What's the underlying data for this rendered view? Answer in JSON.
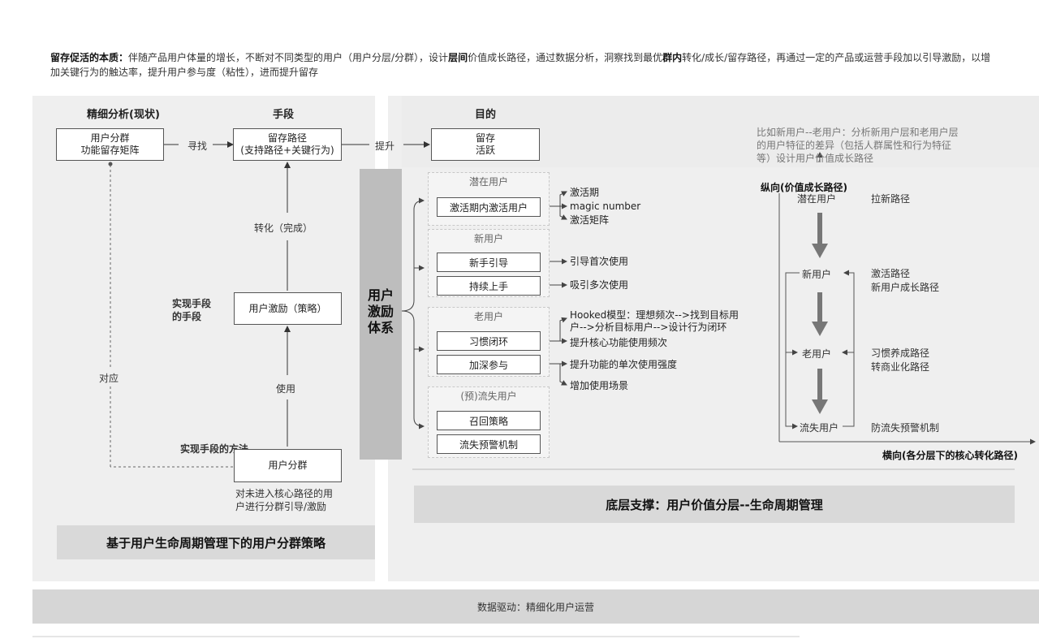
{
  "intro": {
    "b1": "留存促活的本质：",
    "t1": "伴随产品用户体量的增长，不断对不同类型的用户（用户分层/分群），设计",
    "b2": "层间",
    "t2": "价值成长路径，通过数据分析，洞察找到最优",
    "b3": "群内",
    "t3": "转化/成长/留存路径，再通过一定的产品或运营手段加以引导激励，以增加关键行为的触达率，提升用户参与度（粘性），进而提升留存"
  },
  "left": {
    "col1_header": "精细分析(现状)",
    "col2_header": "手段",
    "col3_header": "目的",
    "box_segment": "用户分群\n功能留存矩阵",
    "box_path": "留存路径\n(支持路径+关键行为)",
    "box_goal": "留存\n活跃",
    "arrow_find": "寻找",
    "arrow_improve": "提升",
    "arrow_convert": "转化（完成）",
    "label_means_of_means": "实现手段\n的手段",
    "box_incentive": "用户激励（策略）",
    "arrow_use": "使用",
    "label_method": "实现手段的方法",
    "box_group": "用户分群",
    "note_group": "对未进入核心路径的用\n户进行分群引导/激励",
    "label_correspond": "对应",
    "banner": "基于用户生命周期管理下的用户分群策略"
  },
  "middle": {
    "system": "用户\n激励\n体系",
    "groups": [
      {
        "title": "潜在用户",
        "items": [
          "激活期内激活用户"
        ]
      },
      {
        "title": "新用户",
        "items": [
          "新手引导",
          "持续上手"
        ]
      },
      {
        "title": "老用户",
        "items": [
          "习惯闭环",
          "加深参与"
        ]
      },
      {
        "title": "(预)流失用户",
        "items": [
          "召回策略",
          "流失预警机制"
        ]
      }
    ],
    "outputs": {
      "activation": [
        "激活期",
        "magic number",
        "激活矩阵"
      ],
      "guide": "引导首次使用",
      "attract": "吸引多次使用",
      "hooked": "Hooked模型：理想频次-->找到目标用\n户-->分析目标用户-->设计行为闭环",
      "core_freq": "提升核心功能使用频次",
      "single_strength": "提升功能的单次使用强度",
      "scenes": "增加使用场景"
    },
    "banner": "底层支撑：用户价值分层--生命周期管理"
  },
  "right": {
    "note": "比如新用户--老用户：分析新用户层和老用户层\n的用户特征的差异（包括人群属性和行为特征\n等）设计用户价值成长路径",
    "vertical": "纵向(价值成长路径)",
    "horizontal": "横向(各分层下的核心转化路径)",
    "stages": [
      "潜在用户",
      "新用户",
      "老用户",
      "流失用户"
    ],
    "paths": [
      "拉新路径",
      "激活路径\n新用户成长路径",
      "习惯养成路径\n转商业化路径",
      "防流失预警机制"
    ]
  },
  "footer": "数据驱动：精细化用户运营"
}
